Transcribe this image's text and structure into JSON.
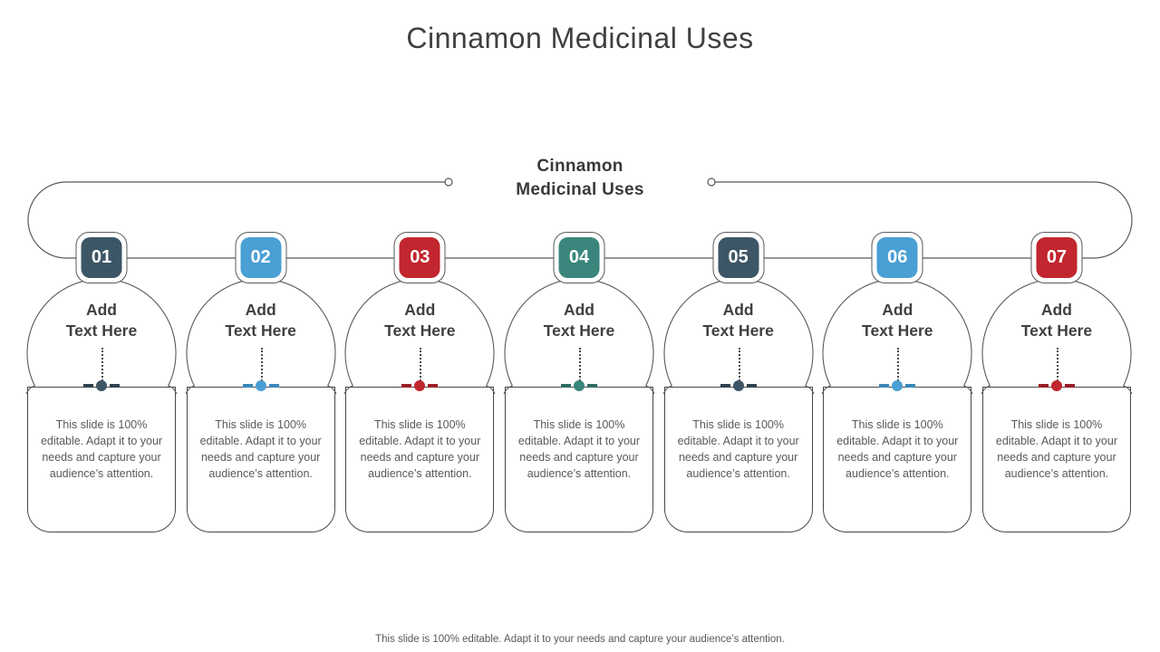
{
  "page": {
    "title": "Cinnamon Medicinal Uses",
    "center_label": {
      "line1": "Cinnamon",
      "line2": "Medicinal Uses"
    },
    "footer": "This slide is 100% editable. Adapt it to your needs and capture your audience’s attention.",
    "colors": {
      "line_gray": "#595959",
      "heading_gray": "#404040",
      "body_gray": "#595959",
      "slate": "#3d5666",
      "blue": "#4a9fd4",
      "red": "#c2262e",
      "teal": "#3a867c"
    }
  },
  "steps": [
    {
      "number": "01",
      "color": "#3d5666",
      "accent_dark": "#2e4250",
      "label_line1": "Add",
      "label_line2": "Text Here",
      "body": "This slide is 100% editable. Adapt it to your needs and capture your audience’s attention."
    },
    {
      "number": "02",
      "color": "#4a9fd4",
      "accent_dark": "#3a86b8",
      "label_line1": "Add",
      "label_line2": "Text Here",
      "body": "This slide is 100% editable. Adapt it to your needs and capture your audience’s attention."
    },
    {
      "number": "03",
      "color": "#c2262e",
      "accent_dark": "#9a1e25",
      "label_line1": "Add",
      "label_line2": "Text Here",
      "body": "This slide is 100% editable. Adapt it to your needs and capture your audience’s attention."
    },
    {
      "number": "04",
      "color": "#3a867c",
      "accent_dark": "#2d6b62",
      "label_line1": "Add",
      "label_line2": "Text Here",
      "body": "This slide is 100% editable. Adapt it to your needs and capture your audience’s attention."
    },
    {
      "number": "05",
      "color": "#3d5666",
      "accent_dark": "#2e4250",
      "label_line1": "Add",
      "label_line2": "Text Here",
      "body": "This slide is 100% editable. Adapt it to your needs and capture your audience’s attention."
    },
    {
      "number": "06",
      "color": "#4a9fd4",
      "accent_dark": "#3a86b8",
      "label_line1": "Add",
      "label_line2": "Text Here",
      "body": "This slide is 100% editable. Adapt it to your needs and capture your audience’s attention."
    },
    {
      "number": "07",
      "color": "#c2262e",
      "accent_dark": "#9a1e25",
      "label_line1": "Add",
      "label_line2": "Text Here",
      "body": "This slide is 100% editable. Adapt it to your needs and capture your audience’s attention."
    }
  ]
}
